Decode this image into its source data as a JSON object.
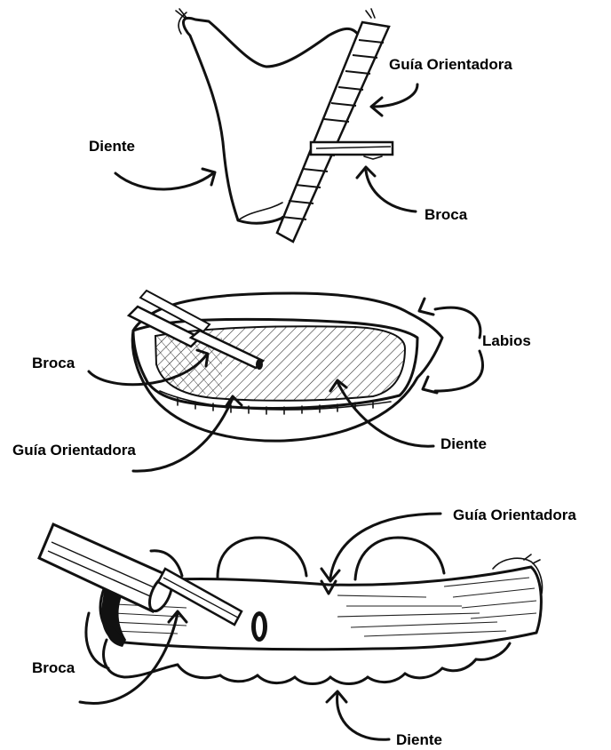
{
  "panels": [
    {
      "labels": {
        "tooth": "Diente",
        "guide": "Guía Orientadora",
        "drill": "Broca"
      }
    },
    {
      "labels": {
        "lips": "Labios",
        "drill": "Broca",
        "guide": "Guía Orientadora",
        "tooth": "Diente"
      }
    },
    {
      "labels": {
        "guide": "Guía Orientadora",
        "drill": "Broca",
        "tooth": "Diente"
      }
    }
  ]
}
